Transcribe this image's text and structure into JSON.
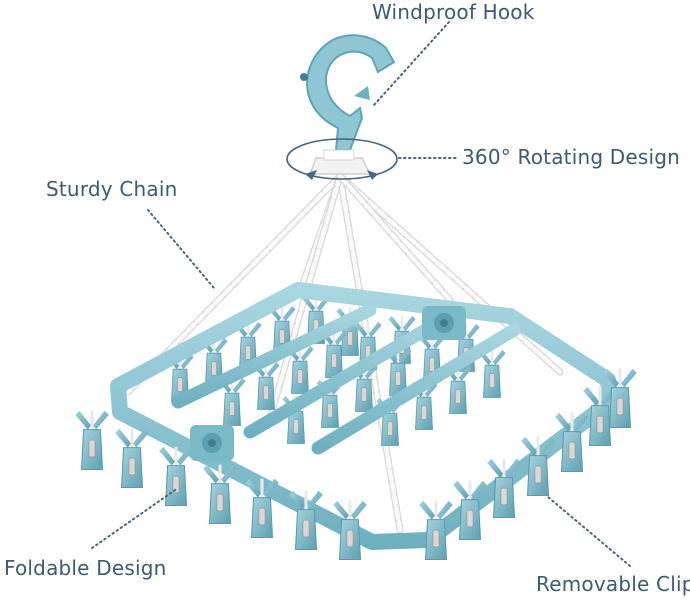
{
  "labels": {
    "hook": "Windproof Hook",
    "rotating": "360° Rotating Design",
    "chain": "Sturdy Chain",
    "foldable": "Foldable Design",
    "clip": "Removable Clip"
  },
  "colors": {
    "frame": "#8fc6d3",
    "frame_dark": "#5fa3b4",
    "chain": "#f4f4f4",
    "label_text": "#3e5a6e"
  }
}
